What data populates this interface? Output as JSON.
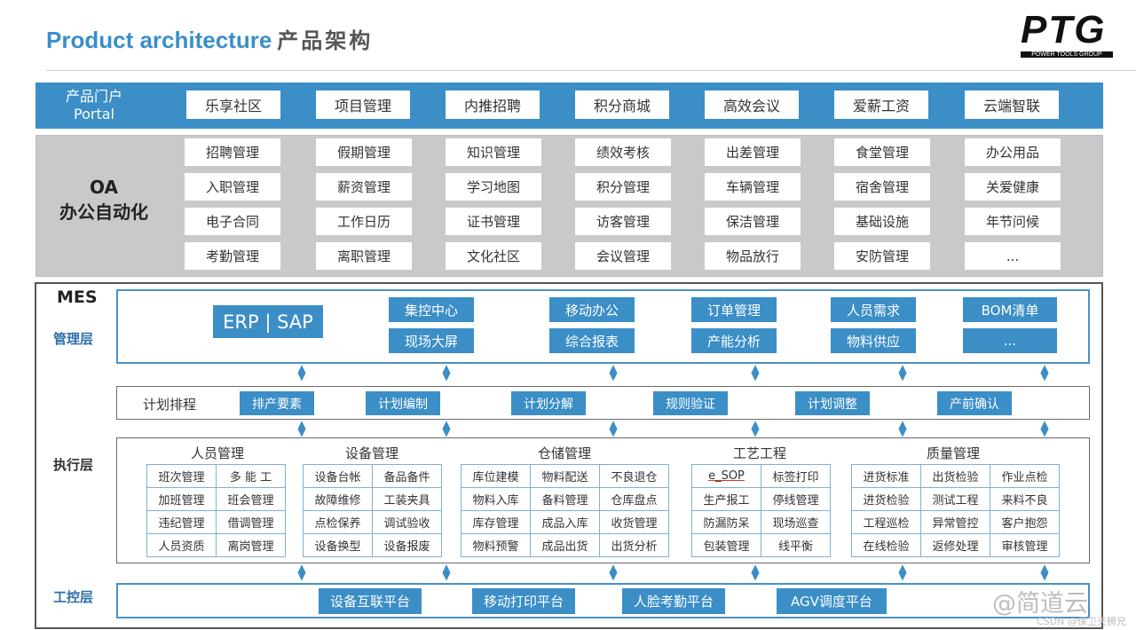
{
  "header": {
    "title_en": "Product architecture",
    "title_cn": "产品架构",
    "logo_text": "PTG",
    "logo_sub": "POWER TOOLS GROUP"
  },
  "portal": {
    "label_cn": "产品门户",
    "label_en": "Portal",
    "items": [
      "乐享社区",
      "项目管理",
      "内推招聘",
      "积分商城",
      "高效会议",
      "爱薪工资",
      "云端智联"
    ]
  },
  "oa": {
    "label_top": "OA",
    "label_bottom": "办公自动化",
    "columns": [
      [
        "招聘管理",
        "入职管理",
        "电子合同",
        "考勤管理"
      ],
      [
        "假期管理",
        "薪资管理",
        "工作日历",
        "离职管理"
      ],
      [
        "知识管理",
        "学习地图",
        "证书管理",
        "文化社区"
      ],
      [
        "绩效考核",
        "积分管理",
        "访客管理",
        "会议管理"
      ],
      [
        "出差管理",
        "车辆管理",
        "保洁管理",
        "物品放行"
      ],
      [
        "食堂管理",
        "宿舍管理",
        "基础设施",
        "安防管理"
      ],
      [
        "办公用品",
        "关爱健康",
        "年节问候",
        "..."
      ]
    ]
  },
  "mes": {
    "label": "MES",
    "management": {
      "label": "管理层",
      "erp": "ERP | SAP",
      "columns": [
        [
          "集控中心",
          "现场大屏"
        ],
        [
          "移动办公",
          "综合报表"
        ],
        [
          "订单管理",
          "产能分析"
        ],
        [
          "人员需求",
          "物料供应"
        ],
        [
          "BOM清单",
          "..."
        ]
      ]
    },
    "planning": {
      "label": "计划排程",
      "items": [
        "排产要素",
        "计划编制",
        "计划分解",
        "规则验证",
        "计划调整",
        "产前确认"
      ]
    },
    "execution": {
      "label": "执行层",
      "groups": [
        {
          "title": "人员管理",
          "cols": [
            [
              "班次管理",
              "加班管理",
              "违纪管理",
              "人员资质"
            ],
            [
              "多 能 工",
              "班会管理",
              "借调管理",
              "离岗管理"
            ]
          ]
        },
        {
          "title": "设备管理",
          "cols": [
            [
              "设备台帐",
              "故障维修",
              "点检保养",
              "设备换型"
            ],
            [
              "备品备件",
              "工装夹具",
              "调试验收",
              "设备报废"
            ]
          ]
        },
        {
          "title": "仓储管理",
          "cols": [
            [
              "库位建模",
              "物料入库",
              "库存管理",
              "物料预警"
            ],
            [
              "物料配送",
              "备料管理",
              "成品入库",
              "成品出货"
            ],
            [
              "不良退仓",
              "仓库盘点",
              "收货管理",
              "出货分析"
            ]
          ]
        },
        {
          "title": "工艺工程",
          "cols": [
            [
              "e_SOP",
              "生产报工",
              "防漏防呆",
              "包装管理"
            ],
            [
              "标签打印",
              "停线管理",
              "现场巡查",
              "线平衡"
            ]
          ]
        },
        {
          "title": "质量管理",
          "cols": [
            [
              "进货标准",
              "进货检验",
              "工程巡检",
              "在线检验"
            ],
            [
              "出货检验",
              "测试工程",
              "异常管控",
              "返修处理"
            ],
            [
              "作业点检",
              "来料不良",
              "客户抱怨",
              "审核管理"
            ]
          ]
        }
      ]
    },
    "control": {
      "label": "工控层",
      "items": [
        "设备互联平台",
        "移动打印平台",
        "人脸考勤平台",
        "AGV调度平台"
      ]
    }
  },
  "watermark": {
    "text": "@简道云",
    "csdn": "CSDN @保卫天狮兄"
  },
  "colors": {
    "accent_blue": "#3b8ec6",
    "title_blue": "#3a8fc8",
    "gray_band": "#c9c9c9"
  }
}
